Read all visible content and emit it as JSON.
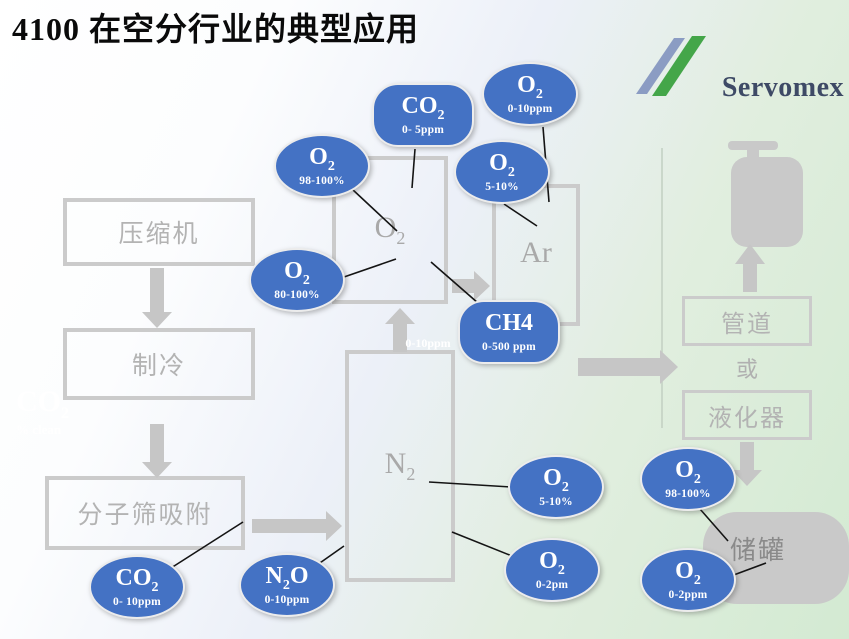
{
  "title": "4100 在空分行业的典型应用",
  "logo": {
    "brand": "Servomex"
  },
  "watermark": {
    "pre": "CO",
    "sub": "2",
    "note": "% clean"
  },
  "flow_note": "0-10ppm",
  "boxes": {
    "compressor": "压缩机",
    "cooling": "制冷",
    "sieve": "分子筛吸附",
    "pipeline": "管道",
    "or_label": "或",
    "liquefier": "液化器",
    "tank": "储罐",
    "o2_column": {
      "pre": "O",
      "sub": "2"
    },
    "ar_column": {
      "pre": "Ar",
      "sub": ""
    },
    "n2_column": {
      "pre": "N",
      "sub": "2"
    }
  },
  "balloons": [
    {
      "pre": "CO",
      "sub": "2",
      "post": "",
      "range": "0- 5ppm"
    },
    {
      "pre": "O",
      "sub": "2",
      "post": "",
      "range": "0-10ppm"
    },
    {
      "pre": "O",
      "sub": "2",
      "post": "",
      "range": "98-100%"
    },
    {
      "pre": "O",
      "sub": "2",
      "post": "",
      "range": "5-10%"
    },
    {
      "pre": "O",
      "sub": "2",
      "post": "",
      "range": "80-100%"
    },
    {
      "pre": "CH4",
      "sub": "",
      "post": "",
      "range": "0-500 ppm"
    },
    {
      "pre": "O",
      "sub": "2",
      "post": "",
      "range": "5-10%"
    },
    {
      "pre": "O",
      "sub": "2",
      "post": "",
      "range": "0-2pm"
    },
    {
      "pre": "O",
      "sub": "2",
      "post": "",
      "range": "98-100%"
    },
    {
      "pre": "O",
      "sub": "2",
      "post": "",
      "range": "0-2ppm"
    },
    {
      "pre": "CO",
      "sub": "2",
      "post": "",
      "range": "0- 10ppm"
    },
    {
      "pre": "N",
      "sub": "2",
      "post": "O",
      "range": "0-10ppm"
    }
  ]
}
